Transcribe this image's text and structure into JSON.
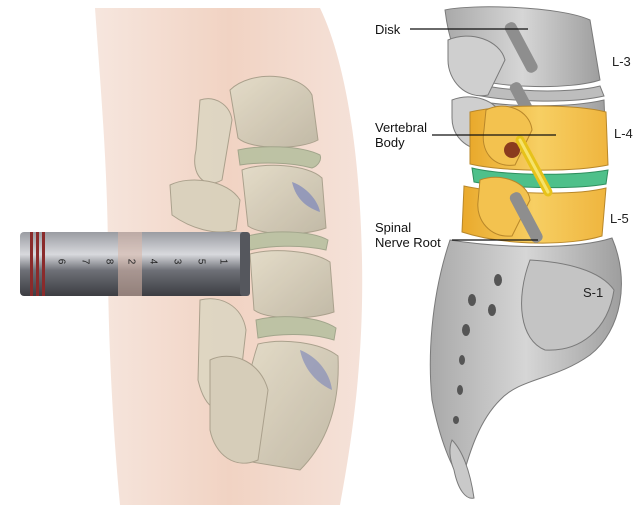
{
  "labels": {
    "disk": "Disk",
    "vertebral_body": "Vertebral\nBody",
    "vertebral_body_line1": "Vertebral",
    "vertebral_body_line2": "Body",
    "spinal_nerve_root_line1": "Spinal",
    "spinal_nerve_root_line2": "Nerve Root"
  },
  "levels": {
    "l3": "L-3",
    "l4": "L-4",
    "l5": "L-5",
    "s1": "S-1"
  },
  "tube_markings": [
    "6",
    "7",
    "8",
    "2",
    "4",
    "3",
    "5",
    "1"
  ],
  "colors": {
    "bone": "#c9c9c9",
    "highlight_bone": "#f2c350",
    "disk_green": "#4ec08a",
    "nerve_yellow": "#f0d21a",
    "skin": "#f3d9cc",
    "tube": "#5e6066"
  }
}
